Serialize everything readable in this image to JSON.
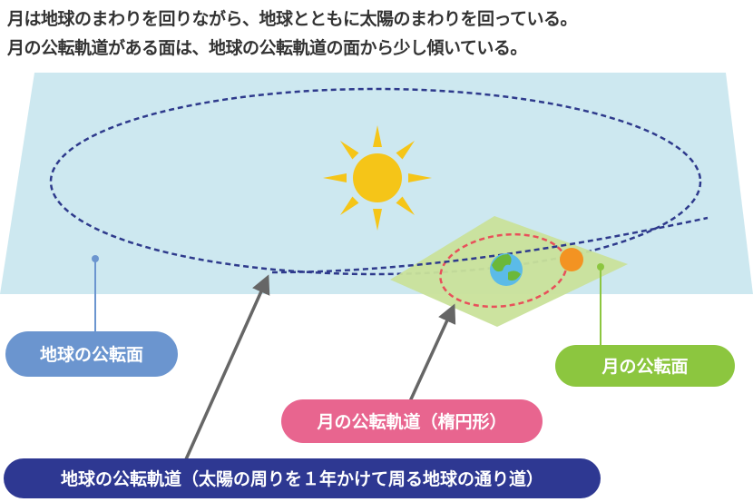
{
  "caption": {
    "line1": "月は地球のまわりを回りながら、地球とともに太陽のまわりを回っている。",
    "line2": "月の公転軌道がある面は、地球の公転軌道の面から少し傾いている。"
  },
  "labels": {
    "earth_plane": "地球の公転面",
    "moon_plane": "月の公転面",
    "moon_orbit": "月の公転軌道（楕円形）",
    "earth_orbit": "地球の公転軌道（太陽の周りを１年かけて周る地球の通り道）"
  },
  "colors": {
    "earth_plane": "#cde8f0",
    "moon_plane": "#c9e29a",
    "earth_orbit": "#2e3a8c",
    "moon_orbit": "#e8505a",
    "sun": "#f5c518",
    "moon": "#f39322",
    "label_blue": "#6b95cf",
    "label_green": "#8cc63f",
    "label_pink": "#e8658f",
    "label_navy": "#2e3892"
  }
}
